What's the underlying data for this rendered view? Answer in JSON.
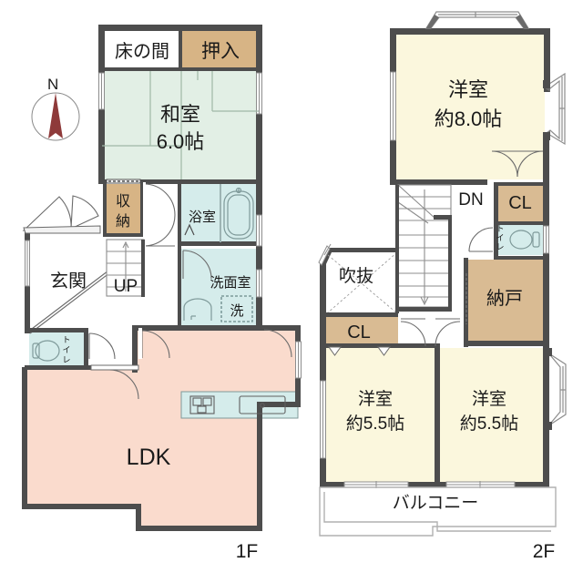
{
  "plan": {
    "title_1f": "1F",
    "title_2f": "2F",
    "compass_label": "N"
  },
  "colors": {
    "wall": "#4d4d4d",
    "thin_wall": "#8d8d8d",
    "washitsu_fill": "#e2efe5",
    "closet_fill": "#d7b485",
    "closet_fill_light": "#d9bb93",
    "water_fill": "#d5eceb",
    "ldk_fill": "#fadbcd",
    "room_2f_fill": "#fbf7dd",
    "white": "#ffffff",
    "compass_red": "#8e3a3a",
    "text": "#1a1a1a"
  },
  "floor1": {
    "rooms": [
      {
        "id": "tokonoma",
        "label": "床の間",
        "sub": ""
      },
      {
        "id": "oshiire",
        "label": "押入",
        "sub": ""
      },
      {
        "id": "washitsu",
        "label": "和室",
        "sub": "6.0帖"
      },
      {
        "id": "shuno",
        "label": "収納",
        "sub": ""
      },
      {
        "id": "yokushitsu",
        "label": "浴室",
        "sub": ""
      },
      {
        "id": "senmenshitsu",
        "label": "洗面室",
        "sub": ""
      },
      {
        "id": "sen",
        "label": "洗",
        "sub": ""
      },
      {
        "id": "genkan",
        "label": "玄関",
        "sub": ""
      },
      {
        "id": "stairs_up",
        "label": "UP",
        "sub": ""
      },
      {
        "id": "toilet",
        "label": "トイレ",
        "sub": ""
      },
      {
        "id": "ldk",
        "label": "LDK",
        "sub": ""
      }
    ]
  },
  "floor2": {
    "rooms": [
      {
        "id": "yoshitsu8",
        "label": "洋室",
        "sub": "約8.0帖"
      },
      {
        "id": "stairs_dn",
        "label": "DN",
        "sub": ""
      },
      {
        "id": "cl_upper",
        "label": "CL",
        "sub": ""
      },
      {
        "id": "toilet2",
        "label": "トイレ",
        "sub": ""
      },
      {
        "id": "nando",
        "label": "納戸",
        "sub": ""
      },
      {
        "id": "fukinuke",
        "label": "吹抜",
        "sub": ""
      },
      {
        "id": "cl_lower",
        "label": "CL",
        "sub": ""
      },
      {
        "id": "yoshitsu55a",
        "label": "洋室",
        "sub": "約5.5帖"
      },
      {
        "id": "yoshitsu55b",
        "label": "洋室",
        "sub": "約5.5帖"
      },
      {
        "id": "balcony",
        "label": "バルコニー",
        "sub": ""
      }
    ]
  }
}
